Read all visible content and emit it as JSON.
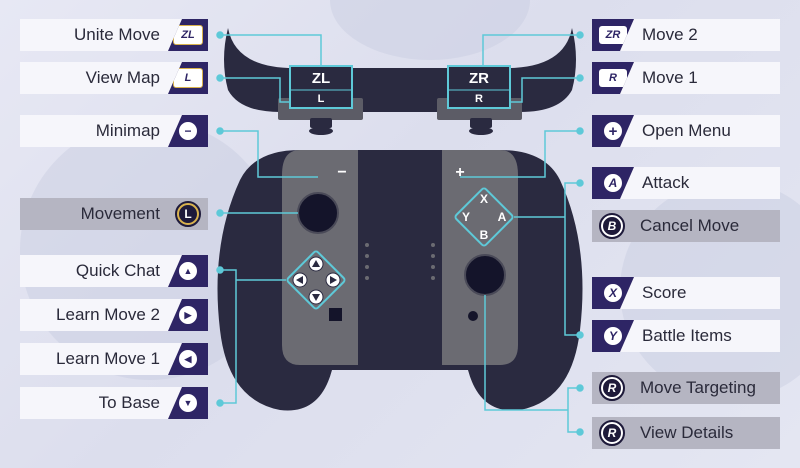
{
  "left_labels": [
    {
      "key": "unite-move",
      "label": "Unite Move",
      "icon": "ZL",
      "icon_name": "zl-button-icon"
    },
    {
      "key": "view-map",
      "label": "View Map",
      "icon": "L",
      "icon_name": "l-button-icon"
    },
    {
      "key": "minimap",
      "label": "Minimap",
      "icon": "−",
      "icon_name": "minus-button-icon"
    },
    {
      "key": "movement",
      "label": "Movement",
      "icon": "L",
      "icon_name": "left-stick-icon"
    },
    {
      "key": "quick-chat",
      "label": "Quick Chat",
      "icon": "▲",
      "icon_name": "dpad-up-icon"
    },
    {
      "key": "learn-move-2",
      "label": "Learn Move 2",
      "icon": "▶",
      "icon_name": "dpad-right-icon"
    },
    {
      "key": "learn-move-1",
      "label": "Learn Move 1",
      "icon": "◀",
      "icon_name": "dpad-left-icon"
    },
    {
      "key": "to-base",
      "label": "To Base",
      "icon": "▼",
      "icon_name": "dpad-down-icon"
    }
  ],
  "right_labels": [
    {
      "key": "move-2",
      "label": "Move 2",
      "icon": "ZR",
      "icon_name": "zr-button-icon"
    },
    {
      "key": "move-1",
      "label": "Move 1",
      "icon": "R",
      "icon_name": "r-button-icon"
    },
    {
      "key": "open-menu",
      "label": "Open Menu",
      "icon": "+",
      "icon_name": "plus-button-icon"
    },
    {
      "key": "attack",
      "label": "Attack",
      "icon": "A",
      "icon_name": "a-button-icon"
    },
    {
      "key": "cancel-move",
      "label": "Cancel Move",
      "icon": "B",
      "icon_name": "b-button-icon"
    },
    {
      "key": "score",
      "label": "Score",
      "icon": "X",
      "icon_name": "x-button-icon"
    },
    {
      "key": "battle-items",
      "label": "Battle Items",
      "icon": "Y",
      "icon_name": "y-button-icon"
    },
    {
      "key": "move-targeting",
      "label": "Move Targeting",
      "icon": "R",
      "icon_name": "right-stick-icon"
    },
    {
      "key": "view-details",
      "label": "View Details",
      "icon": "R",
      "icon_name": "right-stick-press-icon"
    }
  ],
  "controller": {
    "zl": "ZL",
    "l": "L",
    "zr": "ZR",
    "r": "R",
    "minus": "−",
    "plus": "+",
    "x": "X",
    "a": "A",
    "y": "Y",
    "b": "B"
  },
  "colors": {
    "accent": "#2e2565",
    "line": "#5ec9d8",
    "body": "#2a2a40",
    "joycon": "#6b6b72"
  }
}
